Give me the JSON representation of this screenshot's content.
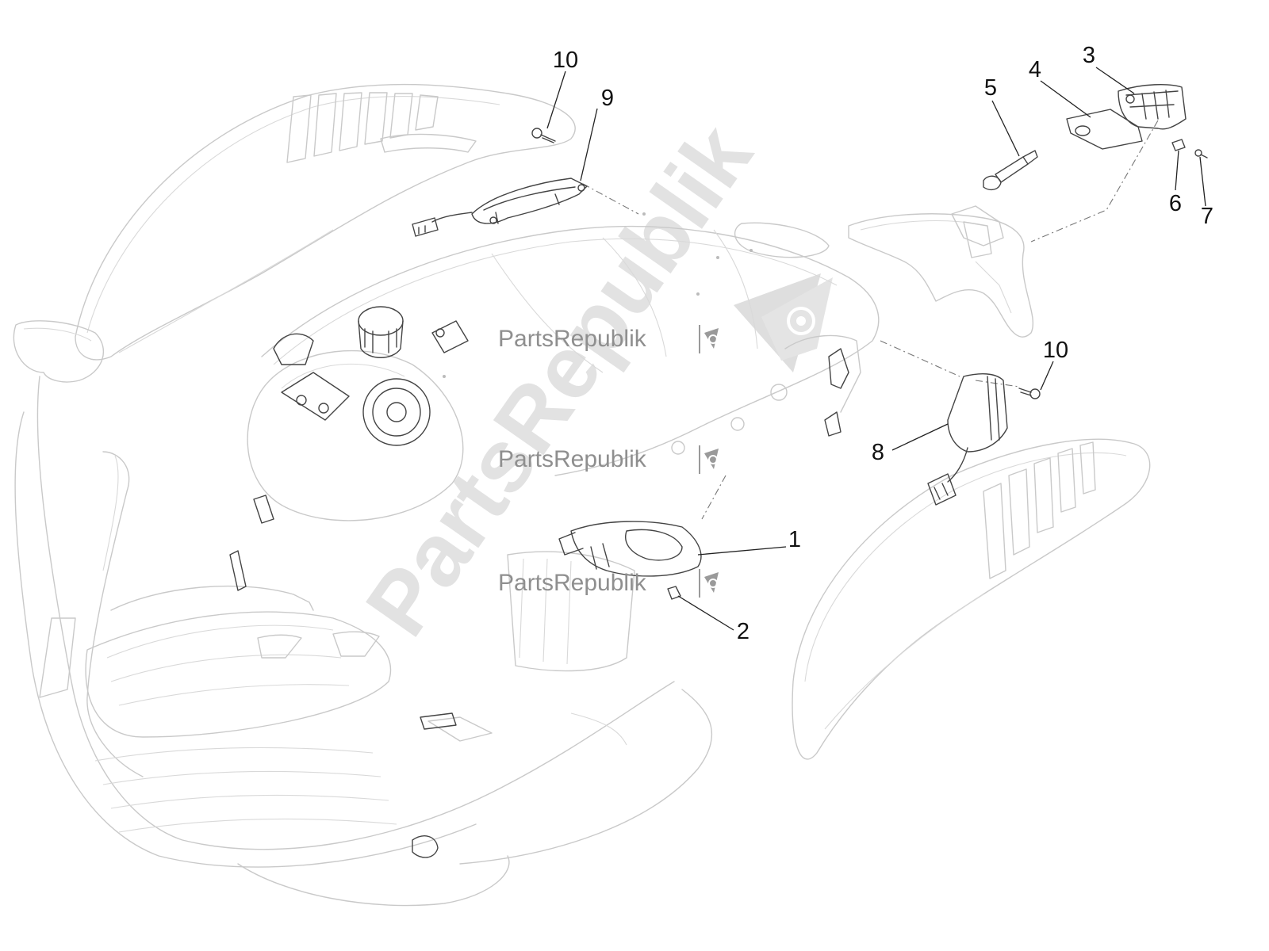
{
  "callouts": [
    {
      "id": "10",
      "label": "10"
    },
    {
      "id": "9",
      "label": "9"
    },
    {
      "id": "5",
      "label": "5"
    },
    {
      "id": "4",
      "label": "4"
    },
    {
      "id": "3",
      "label": "3"
    },
    {
      "id": "6",
      "label": "6"
    },
    {
      "id": "7",
      "label": "7"
    },
    {
      "id": "10b",
      "label": "10"
    },
    {
      "id": "8",
      "label": "8"
    },
    {
      "id": "1",
      "label": "1"
    },
    {
      "id": "2",
      "label": "2"
    }
  ],
  "watermark": {
    "small_text": "PartsRepublik",
    "big_text": "PartsRepublik",
    "icon": "gear-flag-icon"
  },
  "colors": {
    "line_light": "#c9c9c9",
    "line_dark": "#444444",
    "watermark_small": "#8f8f8f",
    "watermark_big": "#e2e2e2"
  }
}
